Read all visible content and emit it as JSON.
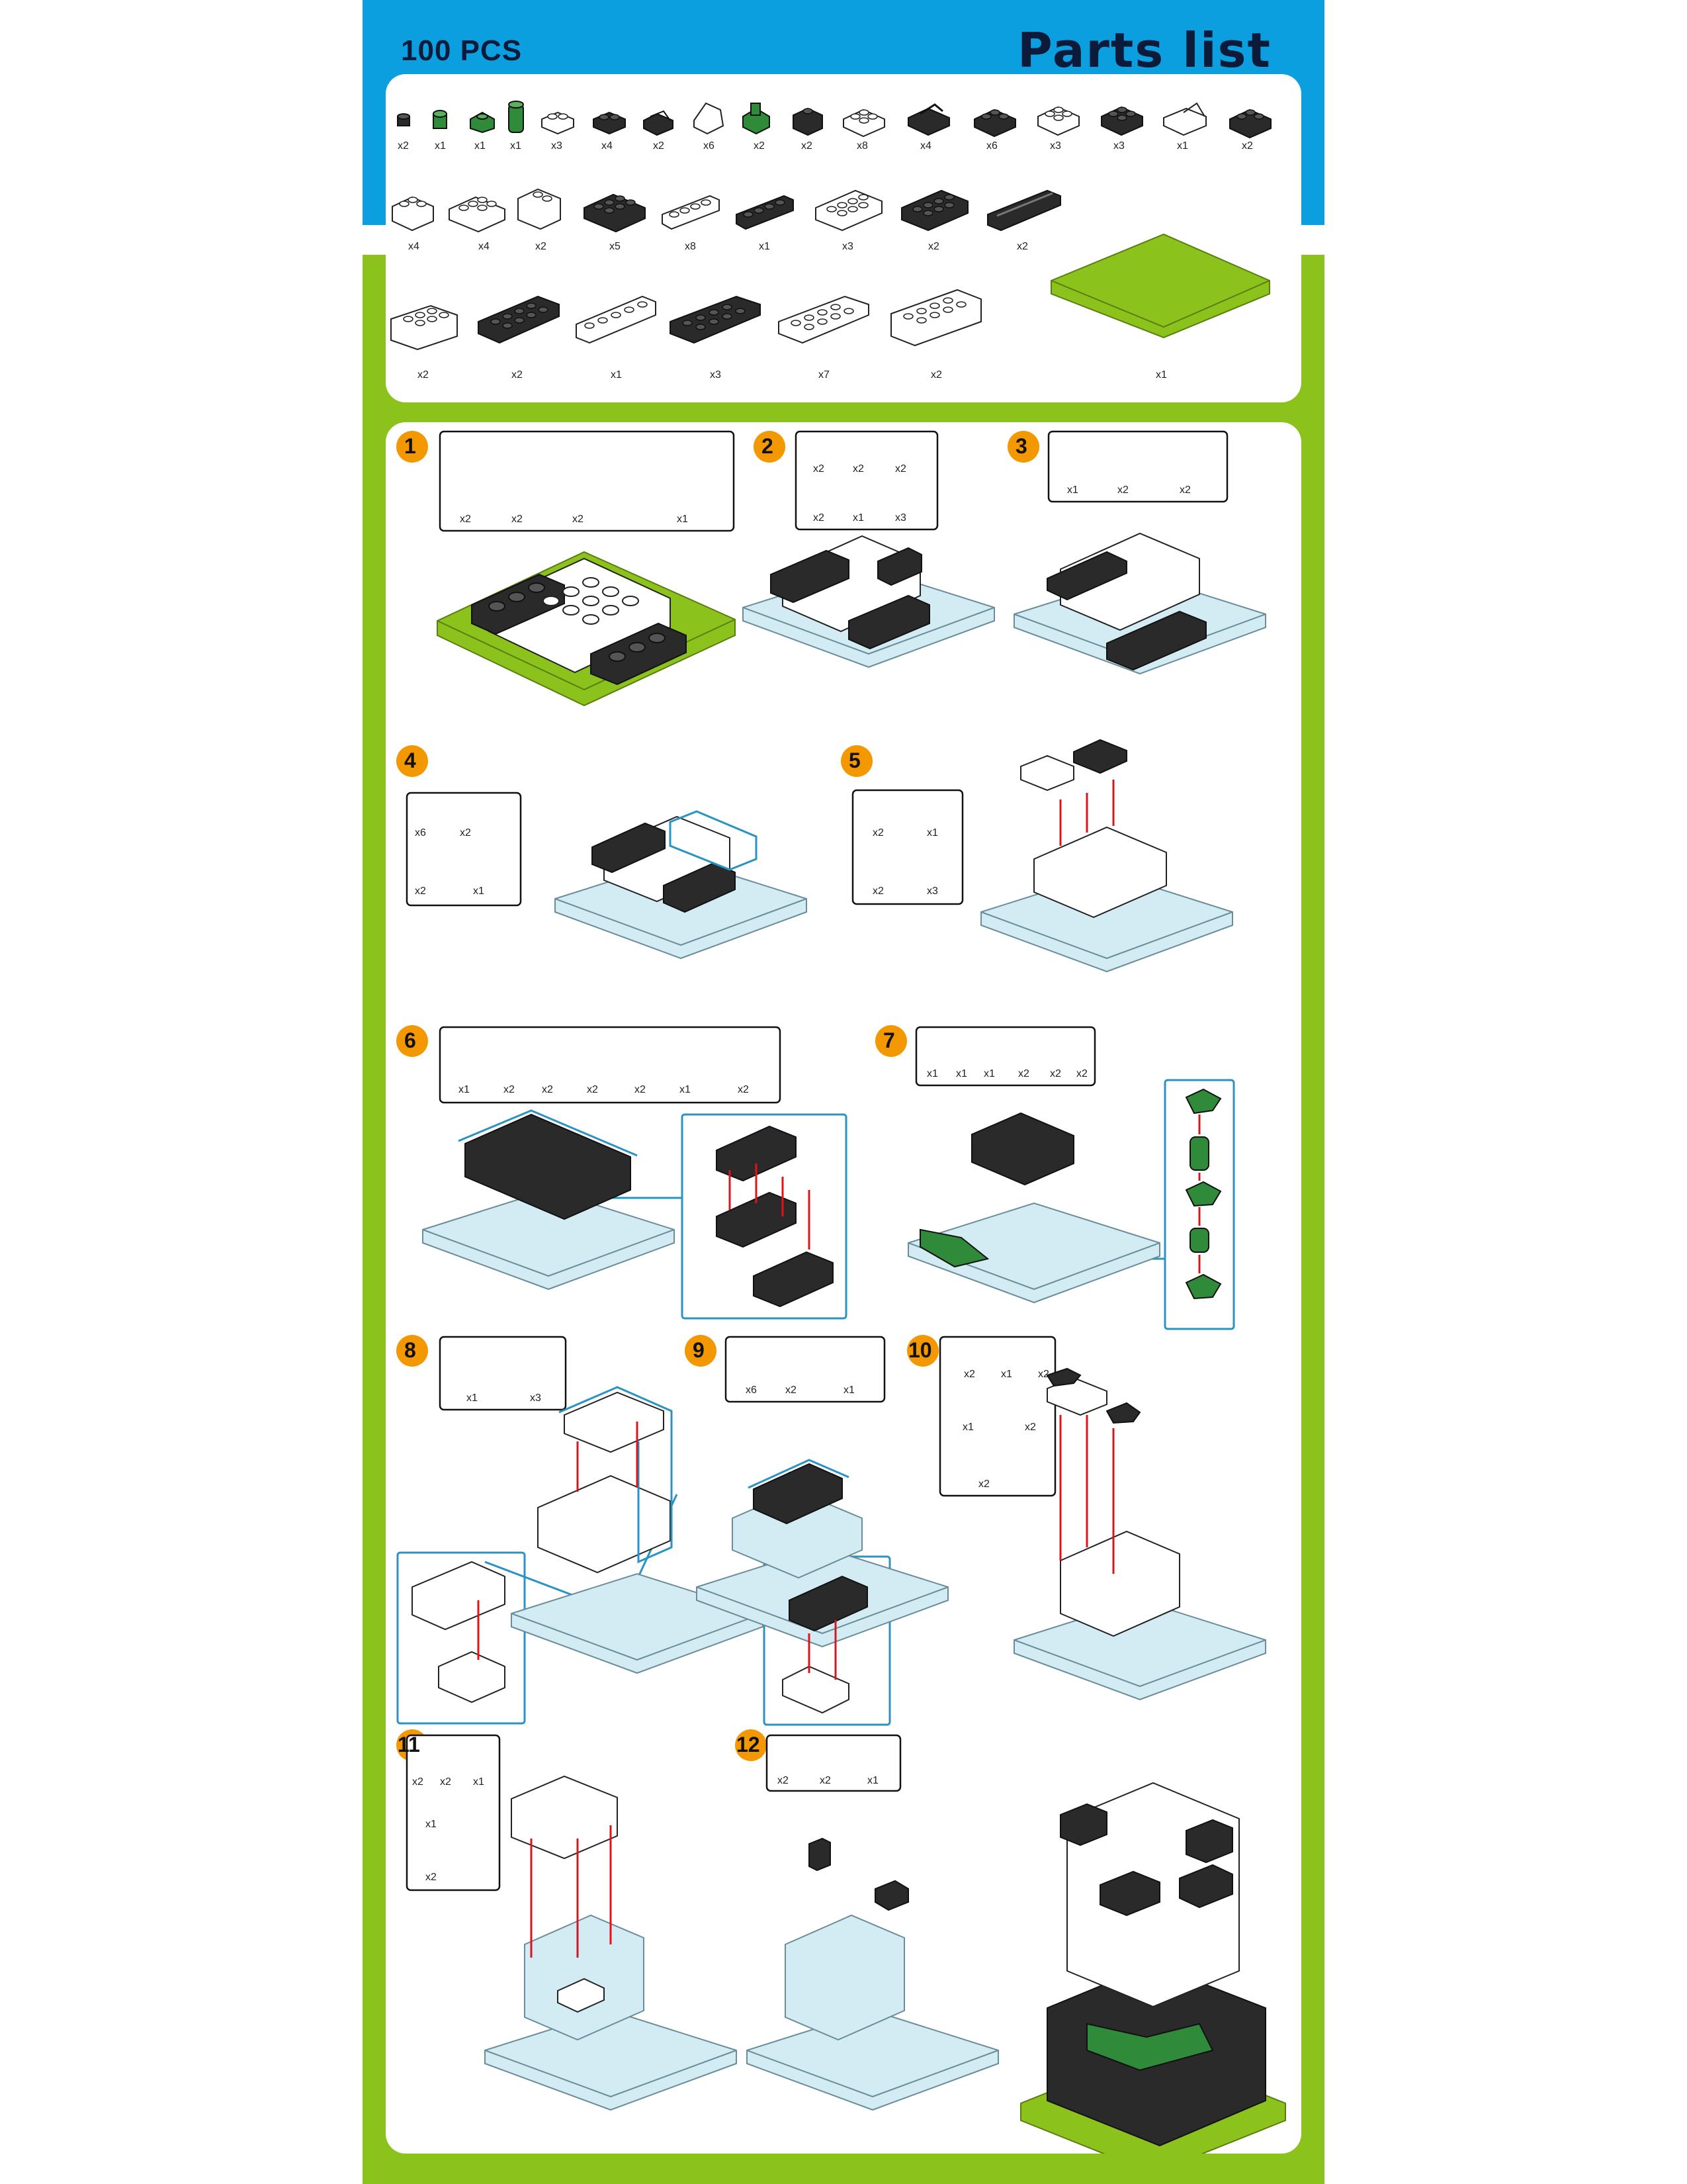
{
  "header": {
    "pieces": "100 PCS",
    "title": "Parts list"
  },
  "parts": {
    "row1": [
      "x2",
      "x1",
      "x1",
      "x1",
      "x3",
      "x4",
      "x2",
      "x6",
      "x2",
      "x2",
      "x8",
      "x4",
      "x6",
      "x3",
      "x3",
      "x1",
      "x2"
    ],
    "row2": [
      "x4",
      "x4",
      "x2",
      "x5",
      "x8",
      "x1",
      "x3",
      "x2",
      "x2"
    ],
    "row3": [
      "x2",
      "x2",
      "x1",
      "x3",
      "x7",
      "x2",
      "x1"
    ]
  },
  "steps": [
    {
      "n": "1",
      "qty": [
        "x2",
        "x2",
        "x2",
        "x1"
      ]
    },
    {
      "n": "2",
      "qty": [
        "x2",
        "x2",
        "x2",
        "x2",
        "x1",
        "x3"
      ]
    },
    {
      "n": "3",
      "qty": [
        "x1",
        "x2",
        "x2"
      ]
    },
    {
      "n": "4",
      "qty": [
        "x6",
        "x2",
        "x2",
        "x1"
      ]
    },
    {
      "n": "5",
      "qty": [
        "x2",
        "x1",
        "x2",
        "x3"
      ]
    },
    {
      "n": "6",
      "qty": [
        "x1",
        "x2",
        "x2",
        "x2",
        "x2",
        "x1",
        "x2"
      ]
    },
    {
      "n": "7",
      "qty": [
        "x1",
        "x1",
        "x1",
        "x2",
        "x2",
        "x2"
      ]
    },
    {
      "n": "8",
      "qty": [
        "x1",
        "x3"
      ]
    },
    {
      "n": "9",
      "qty": [
        "x6",
        "x2",
        "x1"
      ]
    },
    {
      "n": "10",
      "qty": [
        "x2",
        "x1",
        "x2",
        "x1",
        "x2",
        "x2"
      ]
    },
    {
      "n": "11",
      "qty": [
        "x2",
        "x2",
        "x1",
        "x1",
        "x2"
      ]
    },
    {
      "n": "12",
      "qty": [
        "x2",
        "x2",
        "x1"
      ]
    }
  ],
  "colors": {
    "blue": "#0b9fe0",
    "green": "#8cc21c",
    "navy": "#0d1b3a",
    "badge": "#f39800",
    "black_brick": "#2a2a2a",
    "green_brick": "#2f8a3a",
    "ghost": "#d3ebf3"
  }
}
